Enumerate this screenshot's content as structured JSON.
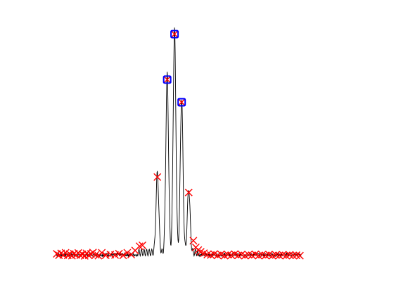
{
  "chart_data": {
    "type": "line",
    "title": "",
    "xlabel": "",
    "ylabel": "",
    "axes_visible": false,
    "grid": false,
    "legend": "none",
    "xlim": [
      0,
      100
    ],
    "ylim": [
      0,
      100
    ],
    "colors": {
      "signal": "#000000",
      "detected_peaks": "#ff0000",
      "selected_peaks": "#0000ff"
    },
    "peaks": [
      {
        "x": 41.3,
        "y": 35.7
      },
      {
        "x": 45.3,
        "y": 79.2
      },
      {
        "x": 48.3,
        "y": 99.5
      },
      {
        "x": 51.2,
        "y": 69.1
      },
      {
        "x": 54.1,
        "y": 28.8
      }
    ],
    "selected_peaks": [
      {
        "x": 45.3,
        "y": 79.2
      },
      {
        "x": 48.3,
        "y": 99.5
      },
      {
        "x": 51.2,
        "y": 69.1
      }
    ],
    "detected_peaks": [
      {
        "x": 0.2,
        "y": 1.4
      },
      {
        "x": 1.1,
        "y": 0.8
      },
      {
        "x": 2.0,
        "y": 1.6
      },
      {
        "x": 2.9,
        "y": 0.9
      },
      {
        "x": 3.8,
        "y": 1.9
      },
      {
        "x": 4.7,
        "y": 0.7
      },
      {
        "x": 5.5,
        "y": 1.3
      },
      {
        "x": 6.4,
        "y": 0.6
      },
      {
        "x": 7.2,
        "y": 1.5
      },
      {
        "x": 8.1,
        "y": 0.9
      },
      {
        "x": 9.0,
        "y": 1.8
      },
      {
        "x": 9.8,
        "y": 0.8
      },
      {
        "x": 10.7,
        "y": 1.2
      },
      {
        "x": 11.6,
        "y": 0.5
      },
      {
        "x": 12.4,
        "y": 1.6
      },
      {
        "x": 13.3,
        "y": 0.7
      },
      {
        "x": 14.2,
        "y": 1.4
      },
      {
        "x": 15.0,
        "y": 2.0
      },
      {
        "x": 16.1,
        "y": 1.0
      },
      {
        "x": 17.2,
        "y": 0.6
      },
      {
        "x": 18.6,
        "y": 1.9
      },
      {
        "x": 20.2,
        "y": 0.8
      },
      {
        "x": 22.1,
        "y": 1.1
      },
      {
        "x": 24.0,
        "y": 0.9
      },
      {
        "x": 25.6,
        "y": 1.5
      },
      {
        "x": 27.3,
        "y": 0.7
      },
      {
        "x": 29.0,
        "y": 1.9
      },
      {
        "x": 30.6,
        "y": 1.1
      },
      {
        "x": 32.2,
        "y": 2.9
      },
      {
        "x": 34.0,
        "y": 4.8
      },
      {
        "x": 35.2,
        "y": 5.2
      },
      {
        "x": 56.0,
        "y": 7.3
      },
      {
        "x": 57.0,
        "y": 4.3
      },
      {
        "x": 58.0,
        "y": 3.1
      },
      {
        "x": 59.0,
        "y": 2.3
      },
      {
        "x": 60.3,
        "y": 1.7
      },
      {
        "x": 61.7,
        "y": 1.1
      },
      {
        "x": 63.1,
        "y": 0.9
      },
      {
        "x": 64.5,
        "y": 1.3
      },
      {
        "x": 65.9,
        "y": 0.7
      },
      {
        "x": 67.3,
        "y": 1.2
      },
      {
        "x": 68.7,
        "y": 0.6
      },
      {
        "x": 70.1,
        "y": 1.0
      },
      {
        "x": 71.5,
        "y": 0.8
      },
      {
        "x": 72.9,
        "y": 1.3
      },
      {
        "x": 74.3,
        "y": 0.7
      },
      {
        "x": 75.7,
        "y": 1.1
      },
      {
        "x": 77.1,
        "y": 0.6
      },
      {
        "x": 78.5,
        "y": 1.0
      },
      {
        "x": 79.9,
        "y": 0.8
      },
      {
        "x": 81.3,
        "y": 1.2
      },
      {
        "x": 82.7,
        "y": 0.6
      },
      {
        "x": 84.1,
        "y": 1.0
      },
      {
        "x": 85.5,
        "y": 0.7
      },
      {
        "x": 86.9,
        "y": 1.1
      },
      {
        "x": 88.3,
        "y": 0.6
      },
      {
        "x": 89.7,
        "y": 0.9
      },
      {
        "x": 91.1,
        "y": 0.7
      },
      {
        "x": 92.5,
        "y": 1.0
      },
      {
        "x": 93.9,
        "y": 0.6
      },
      {
        "x": 95.3,
        "y": 0.9
      },
      {
        "x": 96.7,
        "y": 0.7
      },
      {
        "x": 98.1,
        "y": 0.8
      },
      {
        "x": 99.5,
        "y": 0.6
      }
    ]
  }
}
